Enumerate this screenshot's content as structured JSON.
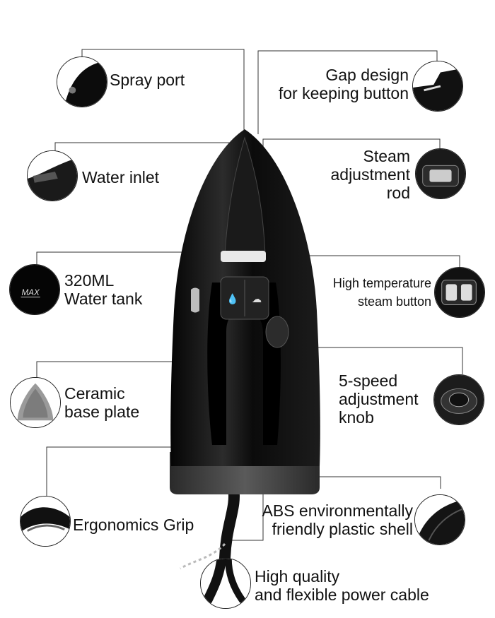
{
  "features": {
    "spray_port": {
      "lines": [
        "Spray port"
      ],
      "icon": "spray-nozzle-icon"
    },
    "gap_design": {
      "lines": [
        "Gap design",
        "for keeping button"
      ],
      "icon": "gap-slot-icon"
    },
    "water_inlet": {
      "lines": [
        "Water inlet"
      ],
      "icon": "water-inlet-flap-icon"
    },
    "steam_rod": {
      "lines": [
        "Steam",
        "adjustment",
        "rod"
      ],
      "icon": "steam-rod-icon"
    },
    "water_tank": {
      "lines": [
        "320ML",
        "Water tank"
      ],
      "icon": "water-tank-max-icon",
      "tank_mark": "MAX"
    },
    "high_temp_steam": {
      "lines": [
        "High temperature",
        "steam button"
      ],
      "icon": "steam-buttons-icon"
    },
    "base_plate": {
      "lines": [
        "Ceramic",
        "base plate"
      ],
      "icon": "soleplate-icon"
    },
    "speed_knob": {
      "lines": [
        "5-speed",
        "adjustment",
        "knob"
      ],
      "icon": "dial-knob-icon"
    },
    "grip": {
      "lines": [
        "Ergonomics Grip"
      ],
      "icon": "handle-grip-icon"
    },
    "shell": {
      "lines": [
        "ABS environmentally",
        "friendly plastic shell"
      ],
      "icon": "plastic-shell-icon"
    },
    "cable": {
      "lines": [
        "High quality",
        "and flexible power cable"
      ],
      "icon": "power-cable-icon"
    }
  },
  "colors": {
    "iron_body": "#0d0d0d",
    "iron_highlight": "#3a3a3a",
    "base_plate": "#9a9a9a",
    "leader_line": "#333333"
  }
}
